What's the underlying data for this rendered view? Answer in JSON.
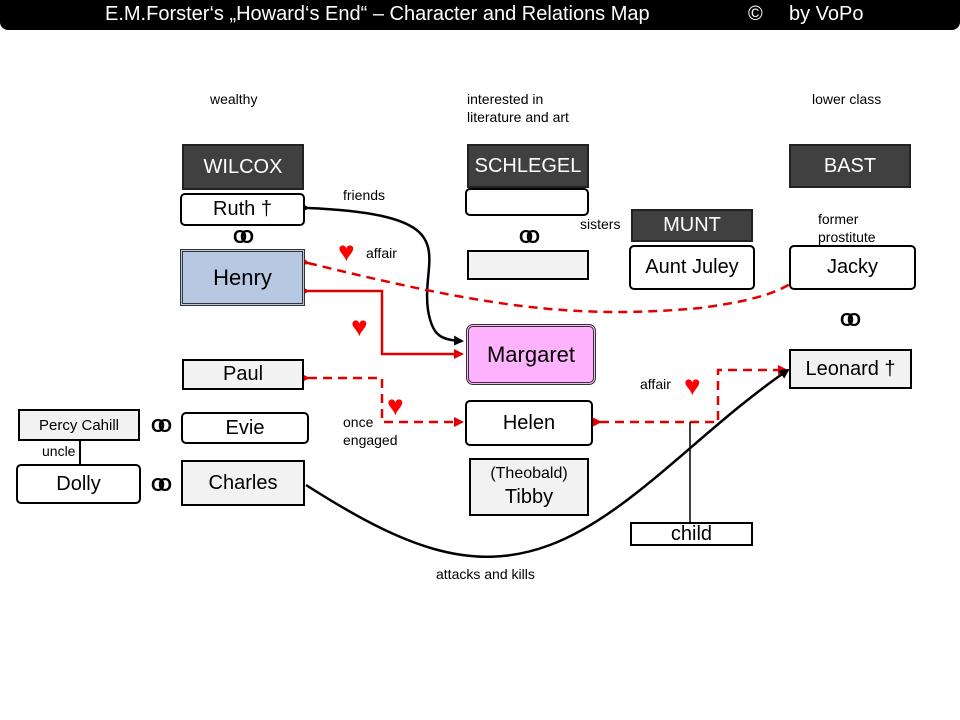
{
  "title": {
    "main": "E.M.Forster‘s „Howard‘s End“ – Character and Relations Map",
    "copyright": "©",
    "author": "by VoPo"
  },
  "columns": {
    "wilcox_desc": "wealthy",
    "schlegel_desc_1": "interested in",
    "schlegel_desc_2": "literature and art",
    "bast_desc": "lower class"
  },
  "families": {
    "wilcox": "WILCOX",
    "schlegel": "SCHLEGEL",
    "bast": "BAST",
    "munt": "MUNT"
  },
  "people": {
    "ruth": "Ruth †",
    "henry": "Henry",
    "paul": "Paul",
    "evie": "Evie",
    "charles": "Charles",
    "percy": "Percy Cahill",
    "dolly": "Dolly",
    "margaret": "Margaret",
    "helen": "Helen",
    "tibby_1": "(Theobald)",
    "tibby_2": "Tibby",
    "aunt_juley": "Aunt Juley",
    "jacky": "Jacky",
    "leonard": "Leonard †",
    "child": "child",
    "schlegel_father": "",
    "schlegel_mother": ""
  },
  "relations": {
    "friends": "friends",
    "affair_1": "affair",
    "sisters": "sisters",
    "former_1": "former",
    "former_2": "prostitute",
    "once": "once",
    "engaged": "engaged",
    "affair_2": "affair",
    "uncle": "uncle",
    "attacks": "attacks and kills"
  },
  "symbols": {
    "rings": "OO",
    "heart": "♥"
  },
  "colors": {
    "red": "#e00000",
    "black": "#000000",
    "heart": "#ff0000"
  }
}
